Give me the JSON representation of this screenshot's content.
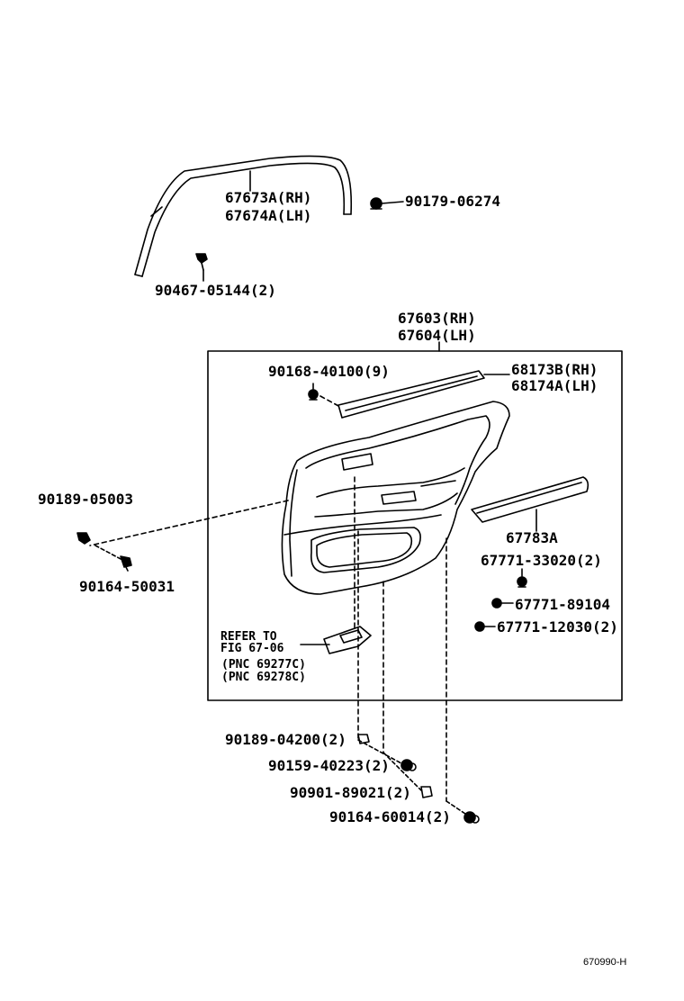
{
  "labels": {
    "p67673A": "67673A(RH)",
    "p67674A": "67674A(LH)",
    "p90179": "90179-06274",
    "p90467": "90467-05144(2)",
    "p67603": "67603(RH)",
    "p67604": "67604(LH)",
    "p90168": "90168-40100(9)",
    "p68173B": "68173B(RH)",
    "p68174A": "68174A(LH)",
    "p90189_05003": "90189-05003",
    "p90164_50031": "90164-50031",
    "p67783A": "67783A",
    "p67771_33020": "67771-33020(2)",
    "p67771_89104": "67771-89104",
    "p67771_12030": "67771-12030(2)",
    "refer1": "REFER TO",
    "refer2": "FIG 67-06",
    "pnc1": "(PNC 69277C)",
    "pnc2": "(PNC 69278C)",
    "p90189_04200": "90189-04200(2)",
    "p90159_40223": "90159-40223(2)",
    "p90901_89021": "90901-89021(2)",
    "p90164_60014": "90164-60014(2)"
  },
  "figure_code": "670990-H"
}
